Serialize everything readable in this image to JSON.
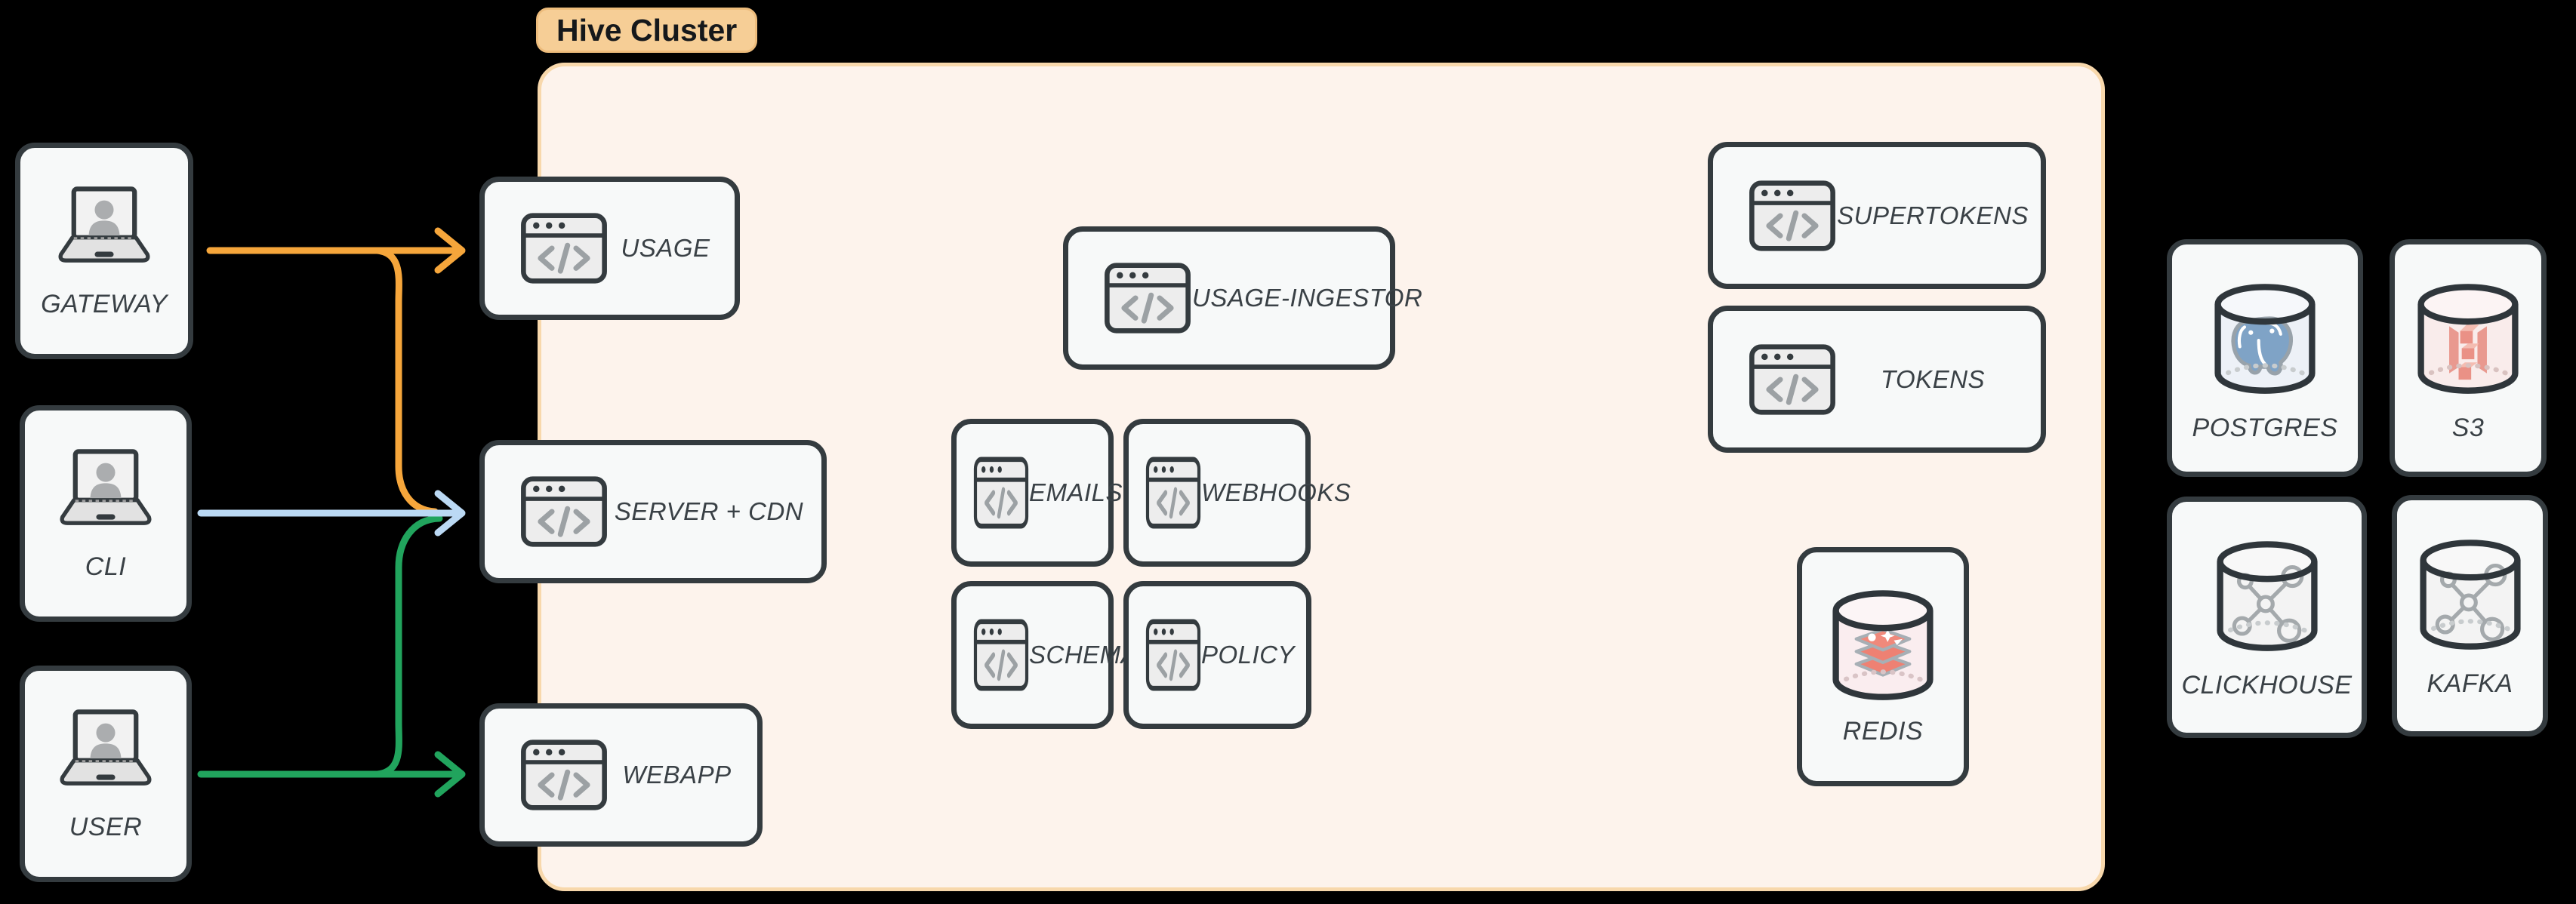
{
  "title_badge": "Hive Cluster",
  "clients": [
    {
      "label": "GATEWAY",
      "icon": "laptop-user-icon"
    },
    {
      "label": "CLI",
      "icon": "laptop-user-icon"
    },
    {
      "label": "USER",
      "icon": "laptop-user-icon"
    }
  ],
  "cluster": {
    "services": [
      {
        "label": "USAGE",
        "icon": "code-window-icon"
      },
      {
        "label": "SERVER + CDN",
        "icon": "code-window-icon"
      },
      {
        "label": "WEBAPP",
        "icon": "code-window-icon"
      },
      {
        "label": "USAGE-INGESTOR",
        "icon": "code-window-icon"
      },
      {
        "label": "EMAILS",
        "icon": "code-window-icon"
      },
      {
        "label": "WEBHOOKS",
        "icon": "code-window-icon"
      },
      {
        "label": "SCHEMA",
        "icon": "code-window-icon"
      },
      {
        "label": "POLICY",
        "icon": "code-window-icon"
      },
      {
        "label": "SUPERTOKENS",
        "icon": "code-window-icon"
      },
      {
        "label": "TOKENS",
        "icon": "code-window-icon"
      },
      {
        "label": "REDIS",
        "icon": "redis-database-icon"
      }
    ]
  },
  "datastores": [
    {
      "label": "POSTGRES",
      "icon": "postgres-database-icon"
    },
    {
      "label": "S3",
      "icon": "s3-database-icon"
    },
    {
      "label": "CLICKHOUSE",
      "icon": "clickhouse-database-icon"
    },
    {
      "label": "KAFKA",
      "icon": "kafka-database-icon"
    }
  ],
  "connections": [
    {
      "from": "GATEWAY",
      "to": "USAGE",
      "color": "#F6A63B"
    },
    {
      "from": "GATEWAY",
      "to": "SERVER + CDN",
      "color": "#F6A63B"
    },
    {
      "from": "CLI",
      "to": "SERVER + CDN",
      "color": "#BBD9F4"
    },
    {
      "from": "USER",
      "to": "SERVER + CDN",
      "color": "#21A45D"
    },
    {
      "from": "USER",
      "to": "WEBAPP",
      "color": "#21A45D"
    }
  ],
  "colors": {
    "background": "#000000",
    "orange_arrow": "#F6A63B",
    "blue_arrow": "#BBD9F4",
    "green_arrow": "#21A45D",
    "cluster_fill": "#FDF3EC",
    "cluster_border": "#F8D8AC",
    "badge_fill": "#F6CE96",
    "node_border": "#343B3F",
    "node_fill": "#F7F9F9",
    "label": "#3A4146"
  }
}
